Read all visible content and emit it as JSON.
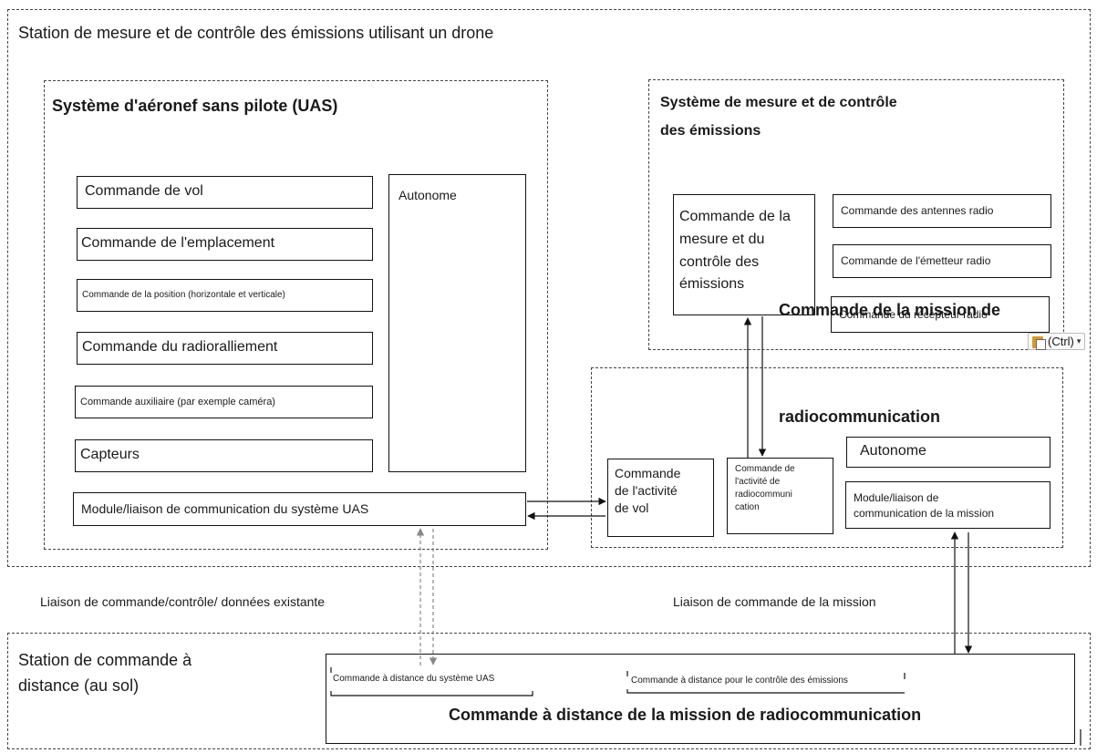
{
  "outer": {
    "title": "Station de mesure et de contrôle des émissions utilisant un drone"
  },
  "uas": {
    "title": "Système d'aéronef sans pilote (UAS)",
    "items": [
      "Commande de vol",
      "Commande de l'emplacement",
      "Commande de la position (horizontale et verticale)",
      "Commande du radioralliement",
      "Commande auxiliaire (par exemple caméra)",
      "Capteurs"
    ],
    "autonome": "Autonome",
    "comm_module": "Module/liaison de communication du système UAS"
  },
  "emission_system": {
    "title_line1": "Système de mesure et de contrôle",
    "title_line2": "des émissions",
    "main_box": "Commande de la mesure et du contrôle des émissions",
    "items": [
      "Commande des antennes radio",
      "Commande de l'émetteur radio",
      "Commande du récepteur radio"
    ]
  },
  "paste_badge": {
    "label": "(Ctrl)",
    "icon": "clipboard-paste-icon"
  },
  "mission": {
    "title_line1": "Commande de la mission de",
    "title_line2": "radiocommunication",
    "flight_activity": "Commande de l'activité de vol",
    "radio_activity": "Commande de l'activité de radiocommuni cation",
    "autonome": "Autonome",
    "comm_module": "Module/liaison de communication de la mission"
  },
  "links": {
    "existing_link": "Liaison de commande/contrôle/ données existante",
    "mission_link": "Liaison de commande de la mission"
  },
  "ground": {
    "title": "Station de commande à distance (au sol)",
    "uas_remote": "Commande à distance du système UAS",
    "emission_remote": "Commande à distance pour le contrôle des émissions",
    "main_title": "Commande à distance de la mission de radiocommunication"
  }
}
